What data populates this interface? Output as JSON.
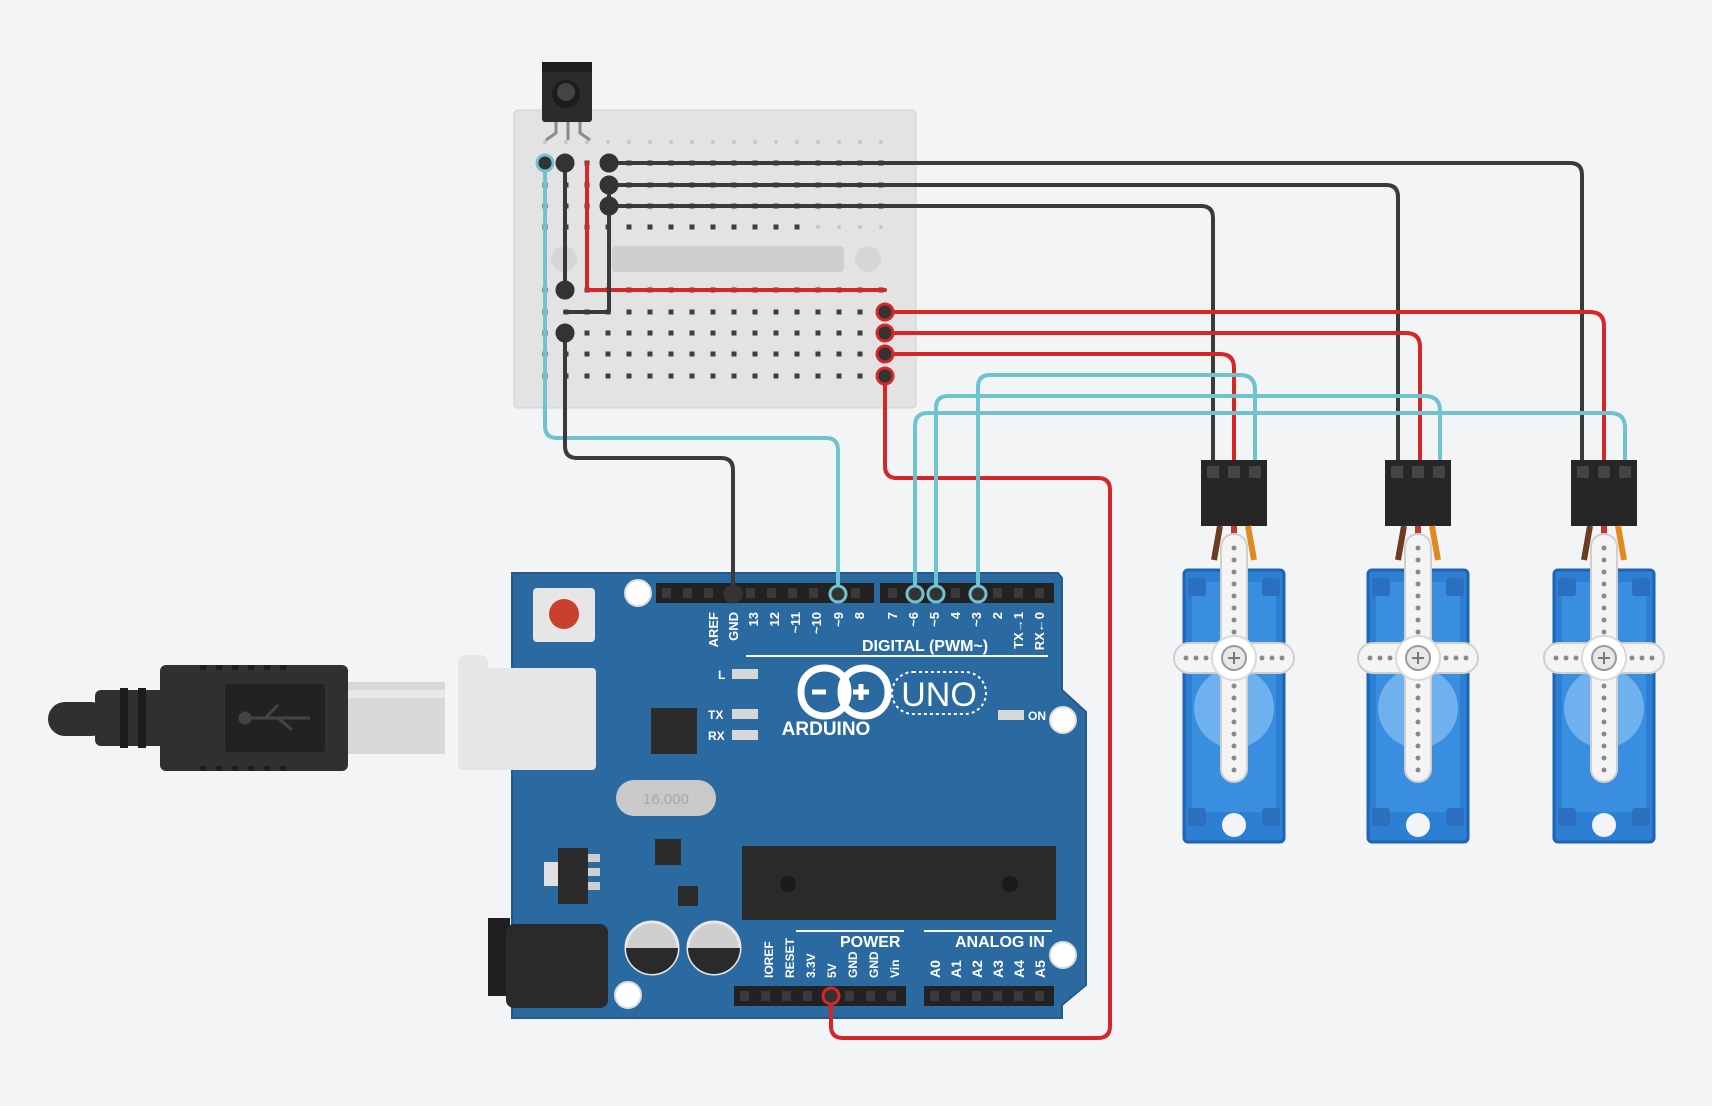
{
  "board": {
    "brand": "ARDUINO",
    "model": "UNO",
    "digital_header": "DIGITAL (PWM~)",
    "power_header": "POWER",
    "analog_header": "ANALOG IN",
    "led_l": "L",
    "led_tx": "TX",
    "led_rx": "RX",
    "led_on": "ON",
    "digital_pins": [
      "AREF",
      "GND",
      "13",
      "12",
      "~11",
      "~10",
      "~9",
      "8",
      "7",
      "~6",
      "~5",
      "4",
      "~3",
      "2",
      "TX→1",
      "RX←0"
    ],
    "power_pins": [
      "IOREF",
      "RESET",
      "3.3V",
      "5V",
      "GND",
      "GND",
      "Vin"
    ],
    "analog_pins": [
      "A0",
      "A1",
      "A2",
      "A3",
      "A4",
      "A5"
    ],
    "crystal_label": "16.000"
  },
  "components": {
    "ir_receiver": "ir-receiver",
    "breadboard": "mini-breadboard",
    "servos": [
      "servo-1",
      "servo-2",
      "servo-3"
    ],
    "usb_cable": "usb-b-cable"
  },
  "colors": {
    "board": "#2b6aa0",
    "background": "#f3f4f6",
    "wire_signal": "#6fc3cf",
    "wire_power": "#d62628",
    "wire_ground": "#3a3a3a",
    "servo_body": "#2d7fd3"
  }
}
